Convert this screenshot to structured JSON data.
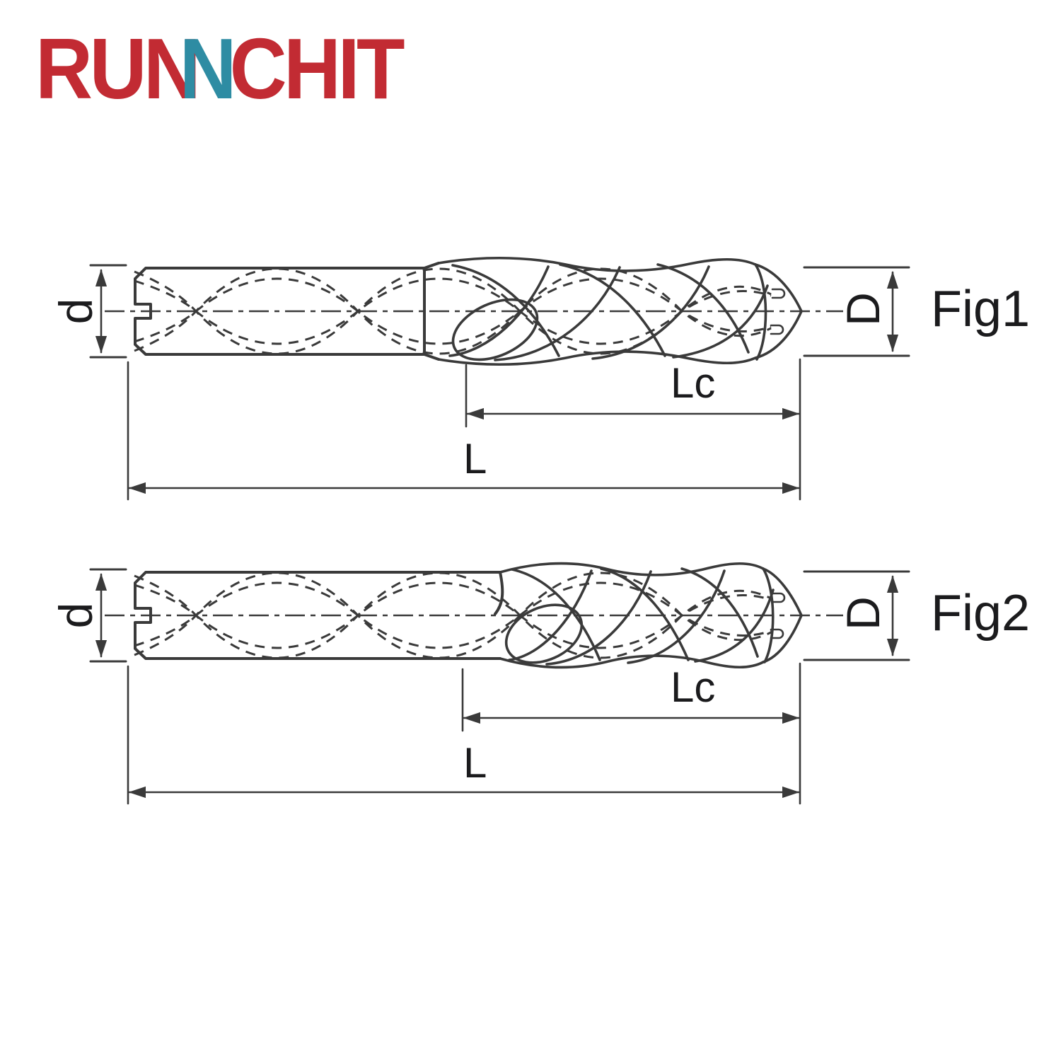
{
  "logo": {
    "text_run": "RUN",
    "text_n": "N",
    "text_chit": "CHIT"
  },
  "colors": {
    "logo_red": "#c22b33",
    "logo_teal": "#2e8ca3",
    "line": "#3a3a3a",
    "label": "#1b1b1d"
  },
  "fig1": {
    "title": "Fig1",
    "shank_diameter_label": "d",
    "cutting_diameter_label": "D",
    "flute_length_label": "Lc",
    "overall_length_label": "L"
  },
  "fig2": {
    "title": "Fig2",
    "shank_diameter_label": "d",
    "cutting_diameter_label": "D",
    "flute_length_label": "Lc",
    "overall_length_label": "L"
  }
}
